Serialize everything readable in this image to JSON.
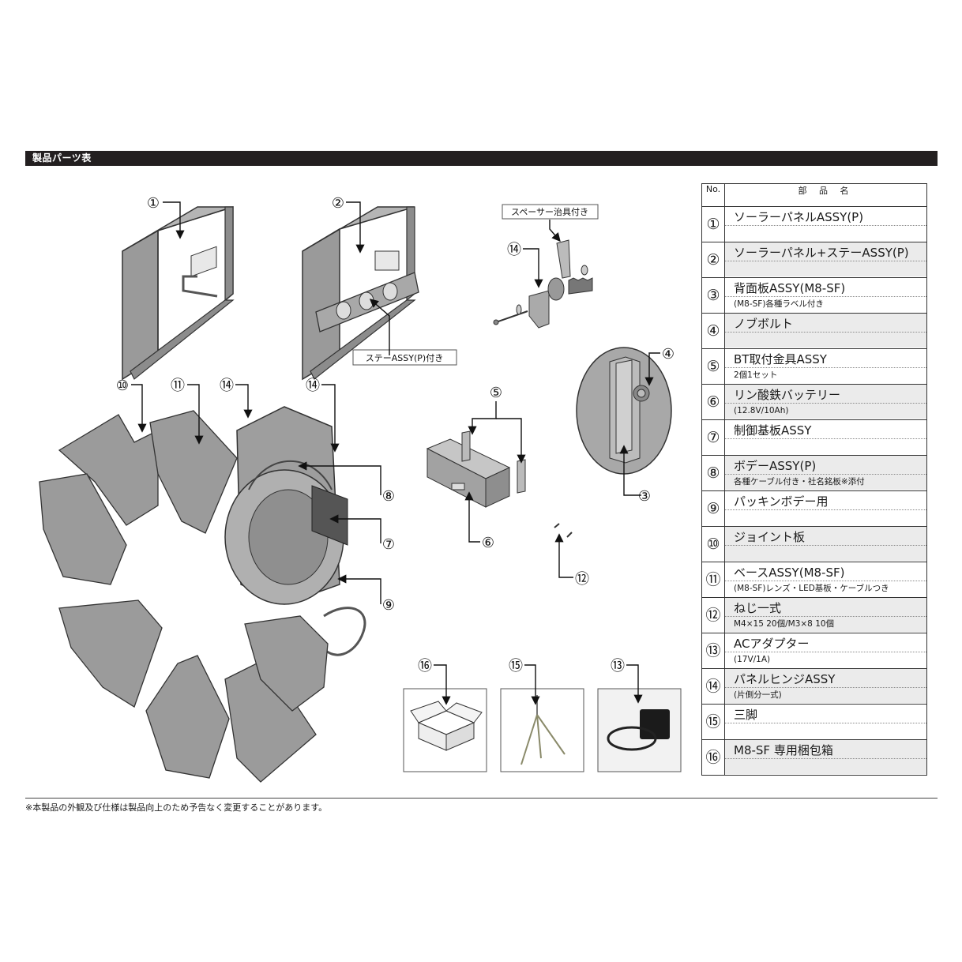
{
  "header": {
    "title": "製品パーツ表"
  },
  "diagram": {
    "labels": {
      "stay_attached": "ステーASSY(P)付き",
      "spacer_jig": "スペーサー治具付き"
    },
    "callouts": [
      "①",
      "②",
      "③",
      "④",
      "⑤",
      "⑥",
      "⑦",
      "⑧",
      "⑨",
      "⑩",
      "⑪",
      "⑫",
      "⑬",
      "⑭",
      "⑮",
      "⑯"
    ]
  },
  "table": {
    "col_no": "No.",
    "col_name": "部 品 名",
    "rows": [
      {
        "no": "①",
        "name": "ソーラーパネルASSY(P)",
        "sub": ""
      },
      {
        "no": "②",
        "name": "ソーラーパネル+ステーASSY(P)",
        "sub": ""
      },
      {
        "no": "③",
        "name": "背面板ASSY(M8-SF)",
        "sub": "(M8-SF)各種ラベル付き"
      },
      {
        "no": "④",
        "name": "ノブボルト",
        "sub": ""
      },
      {
        "no": "⑤",
        "name": "BT取付金具ASSY",
        "sub": "2個1セット"
      },
      {
        "no": "⑥",
        "name": "リン酸鉄バッテリー",
        "sub": "(12.8V/10Ah)"
      },
      {
        "no": "⑦",
        "name": "制御基板ASSY",
        "sub": ""
      },
      {
        "no": "⑧",
        "name": "ボデーASSY(P)",
        "sub": "各種ケーブル付き・社名銘板※添付"
      },
      {
        "no": "⑨",
        "name": "パッキンボデー用",
        "sub": ""
      },
      {
        "no": "⑩",
        "name": "ジョイント板",
        "sub": ""
      },
      {
        "no": "⑪",
        "name": "ベースASSY(M8-SF)",
        "sub": "(M8-SF)レンズ・LED基板・ケーブルつき"
      },
      {
        "no": "⑫",
        "name": "ねじ一式",
        "sub": "M4×15 20個/M3×8 10個"
      },
      {
        "no": "⑬",
        "name": "ACアダプター",
        "sub": "(17V/1A)"
      },
      {
        "no": "⑭",
        "name": "パネルヒンジASSY",
        "sub": "(片側分一式)"
      },
      {
        "no": "⑮",
        "name": "三脚",
        "sub": ""
      },
      {
        "no": "⑯",
        "name": "M8-SF 専用梱包箱",
        "sub": ""
      }
    ]
  },
  "footer": {
    "note": "※本製品の外観及び仕様は製品向上のため予告なく変更することがあります。"
  }
}
